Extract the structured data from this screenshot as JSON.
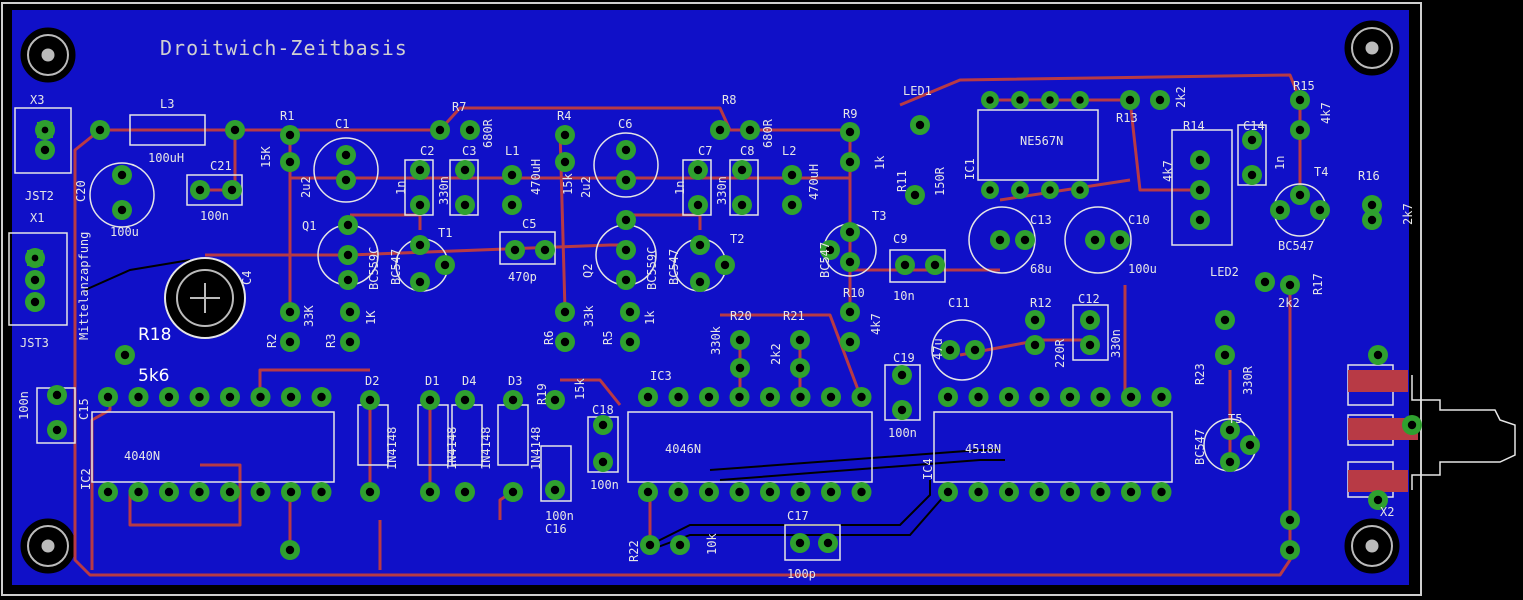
{
  "title": "Droitwich-Zeitbasis",
  "colors": {
    "board": "#1010c8",
    "trace": "#b83a45",
    "pad": "#2fa02f",
    "silk": "#e6e6e6",
    "outline": "#cfcfcf"
  },
  "components": {
    "L3": "L3",
    "L3v": "100uH",
    "C21": "C21",
    "C21v": "100n",
    "C20": "C20",
    "C20v": "100u",
    "X3": "X3",
    "JST2": "JST2",
    "X1": "X1",
    "JST3": "JST3",
    "mittel": "Mittelanzapfung",
    "R1": "R1",
    "R1v": "15K",
    "C1": "C1",
    "C1v": "2u2",
    "Q1": "Q1",
    "Q1v": "BC559C",
    "C4": "C4",
    "R2": "R2",
    "R2v": "33K",
    "R3": "R3",
    "R3v": "1K",
    "R18": "R18",
    "R18v": "5k6",
    "C2": "C2",
    "C2v": "1n",
    "C3": "C3",
    "C3v": "330n",
    "R7": "R7",
    "R7v": "680R",
    "L1": "L1",
    "L1v": "470uH",
    "T1": "T1",
    "T1v": "BC547",
    "C5": "C5",
    "C5v": "470p",
    "R4": "R4",
    "R4v": "15k",
    "C6": "C6",
    "C6v": "2u2",
    "Q2": "Q2",
    "Q2v": "BC559C",
    "R6": "R6",
    "R6v": "33k",
    "R5": "R5",
    "R5v": "1k",
    "C7": "C7",
    "C7v": "1n",
    "C8": "C8",
    "C8v": "330n",
    "R8": "R8",
    "R8v": "680R",
    "L2": "L2",
    "L2v": "470uH",
    "T2": "T2",
    "T2v": "BC547",
    "R9": "R9",
    "R9v": "1k",
    "T3": "T3",
    "T3v": "BC547",
    "C9": "C9",
    "C9v": "10n",
    "R10": "R10",
    "R10v": "4k7",
    "LED1": "LED1",
    "R11": "R11",
    "R11v": "150R",
    "IC1": "IC1",
    "IC1v": "NE567N",
    "R13": "R13",
    "R13v": "2k2",
    "C13": "C13",
    "C13v": "68u",
    "C10": "C10",
    "C10v": "100u",
    "R14": "R14",
    "R14v": "4k7",
    "C14": "C14",
    "C14v": "1n",
    "R15": "R15",
    "R15v": "4k7",
    "T4": "T4",
    "T4v": "BC547",
    "R16": "R16",
    "R16v": "2k7",
    "LED2": "LED2",
    "R17": "R17",
    "R17v": "2k2",
    "C11": "C11",
    "C11v": "47u",
    "R12": "R12",
    "R12v": "220R",
    "C12": "C12",
    "C12v": "330n",
    "R23": "R23",
    "R23v": "330R",
    "T5": "T5",
    "T5v": "BC547",
    "X2": "X2",
    "C15": "C15",
    "C15v": "100n",
    "IC2": "IC2",
    "IC2v": "4040N",
    "D1": "D1",
    "D2": "D2",
    "D3": "D3",
    "D4": "D4",
    "Dv": "1N4148",
    "R19": "R19",
    "R19v": "15k",
    "C16": "C16",
    "C16v": "100n",
    "C18": "C18",
    "C18v": "100n",
    "IC3": "IC3",
    "IC3v": "4046N",
    "R20": "R20",
    "R20v": "330k",
    "R21": "R21",
    "R21v": "2k2",
    "C19": "C19",
    "C19v": "100n",
    "IC4": "IC4",
    "IC4v": "4518N",
    "R22": "R22",
    "R22v": "10k",
    "C17": "C17",
    "C17v": "100p"
  }
}
